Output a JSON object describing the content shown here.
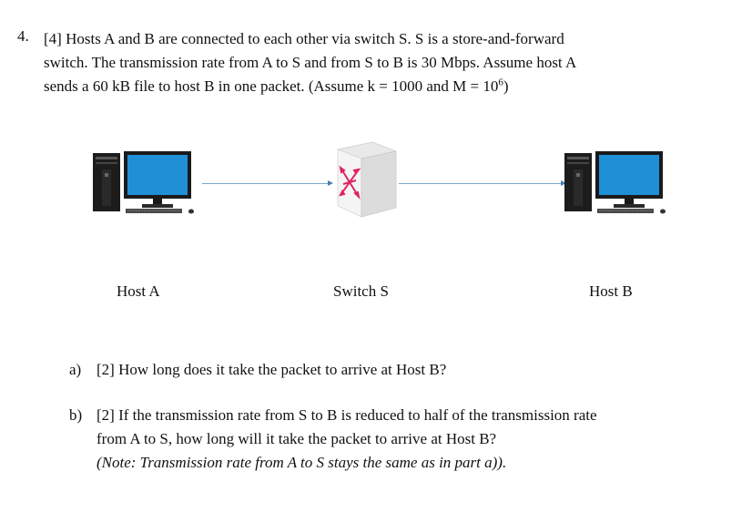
{
  "question": {
    "number": "4.",
    "line1": "[4] Hosts A and B are connected to each other via switch S. S is a store-and-forward",
    "line2": "switch. The transmission rate from A to S and from S to B is 30 Mbps. Assume host A",
    "line3_pre": "sends a 60 kB file to host B in one packet. (Assume ",
    "k_eq": "k = 1000",
    "and_word": " and ",
    "m_eq": "M = 10",
    "m_exp": "6",
    "line3_post": ")"
  },
  "diagram": {
    "host_a_label": "Host A",
    "switch_label": "Switch S",
    "host_b_label": "Host B",
    "icons": [
      "desktop-computer-icon",
      "network-switch-icon",
      "desktop-computer-icon"
    ]
  },
  "parts": {
    "a_label": "a)",
    "a_text": "[2] How long does it take the packet to arrive at Host B?",
    "b_label": "b)",
    "b_line1": "[2] If the transmission rate from S to B is reduced to half of the transmission rate",
    "b_line2": "from A to S, how long will it take the packet to arrive at Host B?",
    "b_note": "(Note: Transmission rate from A to S stays the same as in part a))."
  },
  "colors": {
    "link": "#7aa6c9",
    "arrow": "#4a7fb0",
    "switch_arrows": "#e0245e",
    "monitor_screen": "#1f8fd6"
  }
}
